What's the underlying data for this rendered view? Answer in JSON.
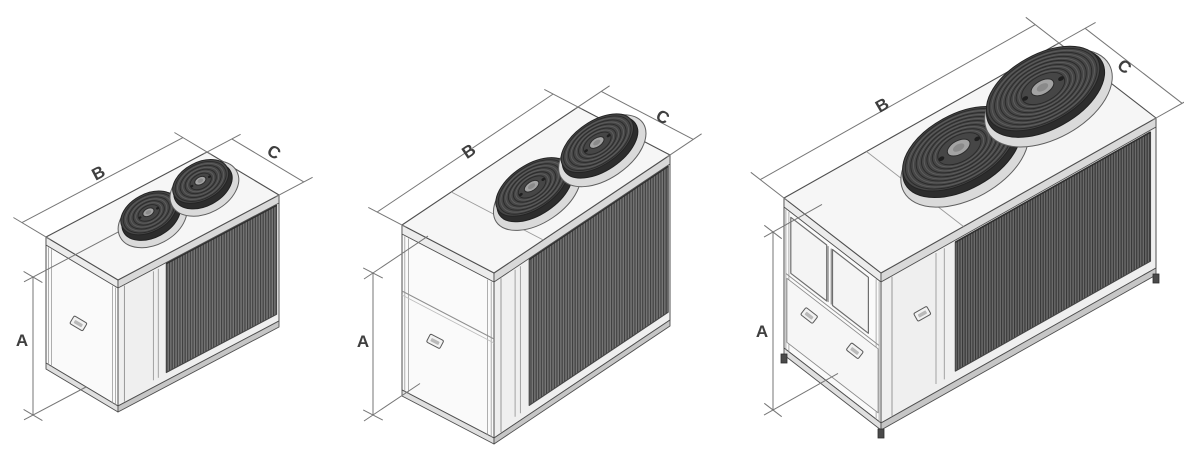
{
  "figure": {
    "kind": "isometric dimension drawing",
    "subject": "air-cooled condensing units, three sizes"
  },
  "colors": {
    "outline": "#4f4f4f",
    "dimension_line": "#767676",
    "label_text": "#3f3f3f",
    "grille_mid": "#757575",
    "grille_dark": "#3e3e3e",
    "fan_dark": "#3a3a3a",
    "panel_light": "#f7f7f7"
  },
  "units": [
    {
      "name": "condensing-unit-small",
      "dims": {
        "a": "A",
        "b": "B",
        "c": "C"
      }
    },
    {
      "name": "condensing-unit-medium",
      "dims": {
        "a": "A",
        "b": "B",
        "c": "C"
      }
    },
    {
      "name": "condensing-unit-large",
      "dims": {
        "a": "A",
        "b": "B",
        "c": "C"
      }
    }
  ]
}
